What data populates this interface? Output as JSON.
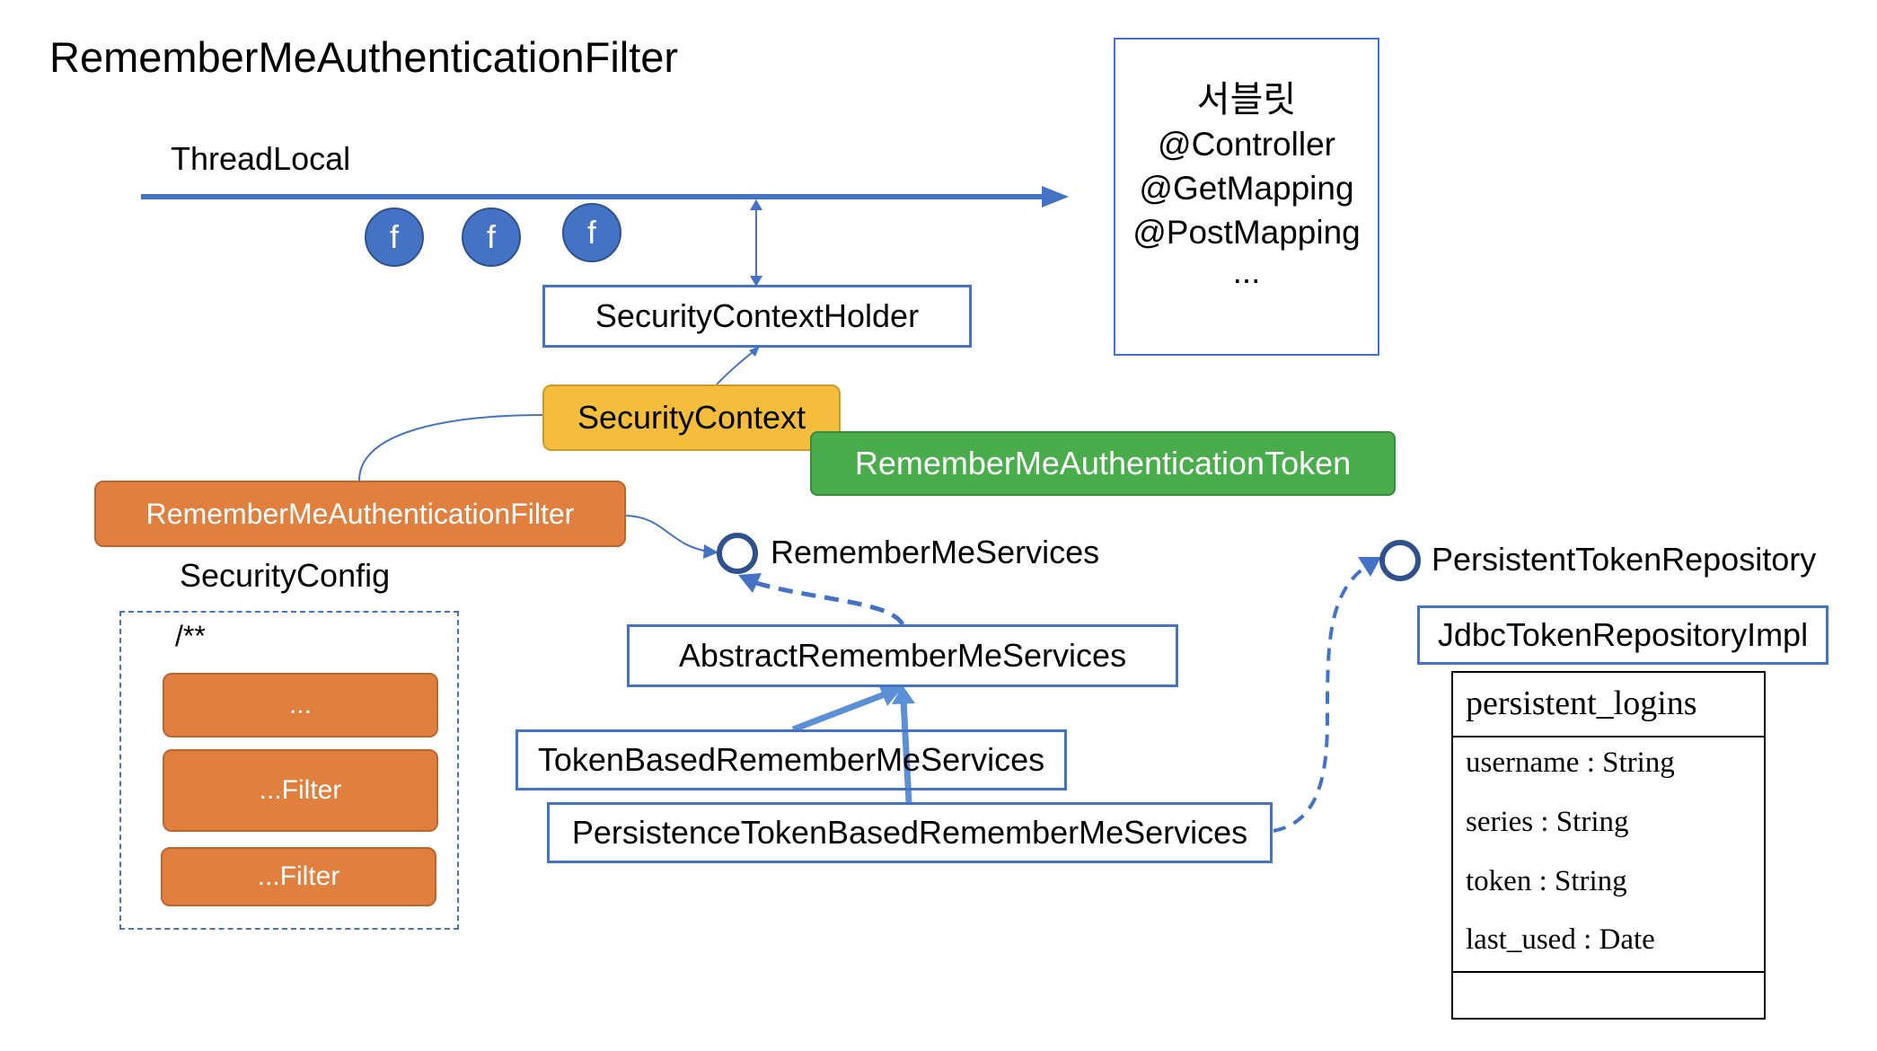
{
  "diagram": {
    "title": "RememberMeAuthenticationFilter",
    "thread_local": "ThreadLocal",
    "filter_circles": [
      "f",
      "f",
      "f"
    ],
    "servlet_box": [
      "서블릿",
      "@Controller",
      "@GetMapping",
      "@PostMapping",
      "..."
    ],
    "security_context_holder": "SecurityContextHolder",
    "security_context": "SecurityContext",
    "authentication_token": "RememberMeAuthenticationToken",
    "filter": "RememberMeAuthenticationFilter",
    "security_config": {
      "label": "SecurityConfig",
      "pattern": "/**",
      "filters": [
        "...",
        "...Filter",
        "...Filter"
      ]
    },
    "remember_me_services": "RememberMeServices",
    "abstract_services": "AbstractRememberMeServices",
    "token_based_services": "TokenBasedRememberMeServices",
    "persistence_services": "PersistenceTokenBasedRememberMeServices",
    "persistent_token_repository": "PersistentTokenRepository",
    "jdbc_repository": "JdbcTokenRepositoryImpl",
    "table": {
      "name": "persistent_logins",
      "columns": [
        "username : String",
        "series : String",
        "token : String",
        "last_used : Date"
      ]
    }
  },
  "colors": {
    "blue": "#4472c4",
    "orange": "#e07f3e",
    "yellow": "#f5bd3c",
    "green": "#4aad4c"
  }
}
